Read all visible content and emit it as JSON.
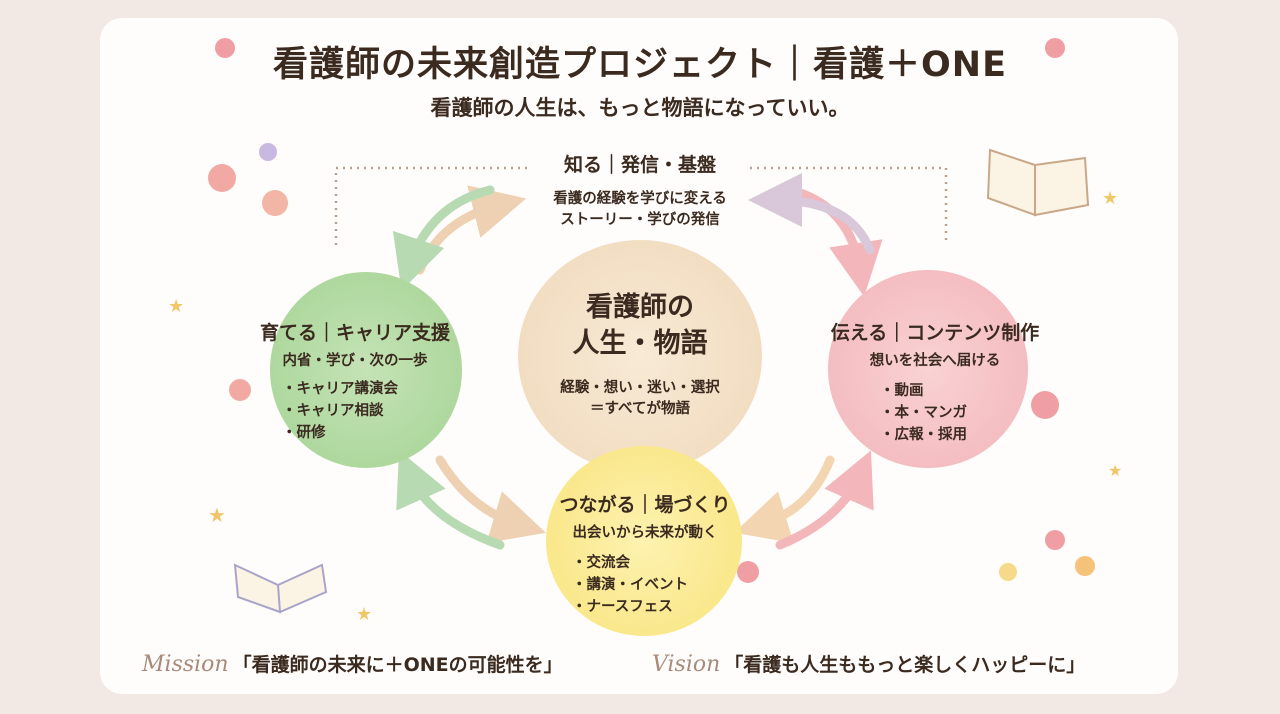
{
  "header": {
    "title": "看護師の未来創造プロジェクト｜看護＋ONE",
    "subtitle": "看護師の人生は、もっと物語になっていい。"
  },
  "top": {
    "heading": "知る｜発信・基盤",
    "lines": [
      "看護の経験を学びに変える",
      "ストーリー・学びの発信"
    ]
  },
  "center": {
    "heading_lines": [
      "看護師の",
      "人生・物語"
    ],
    "lines": [
      "経験・想い・迷い・選択",
      "＝すべてが物語"
    ]
  },
  "left": {
    "heading": "育てる｜キャリア支援",
    "sub": "内省・学び・次の一歩",
    "items": [
      "キャリア講演会",
      "キャリア相談",
      "研修"
    ]
  },
  "right": {
    "heading": "伝える｜コンテンツ制作",
    "sub": "想いを社会へ届ける",
    "items": [
      "動画",
      "本・マンガ",
      "広報・採用"
    ]
  },
  "bottom": {
    "heading": "つながる｜場づくり",
    "sub": "出会いから未来が動く",
    "items": [
      "交流会",
      "講演・イベント",
      "ナースフェス"
    ]
  },
  "footer": {
    "mission_label": "Mission",
    "mission": "「看護師の未来に＋ONEの可能性を」",
    "vision_label": "Vision",
    "vision": "「看護も人生ももっと楽しくハッピーに」"
  },
  "colors": {
    "green": "#a9d39a",
    "beige": "#f1dcc0",
    "pink": "#f4bcc0",
    "yellow": "#fbe98a",
    "text": "#3b2a1f"
  }
}
